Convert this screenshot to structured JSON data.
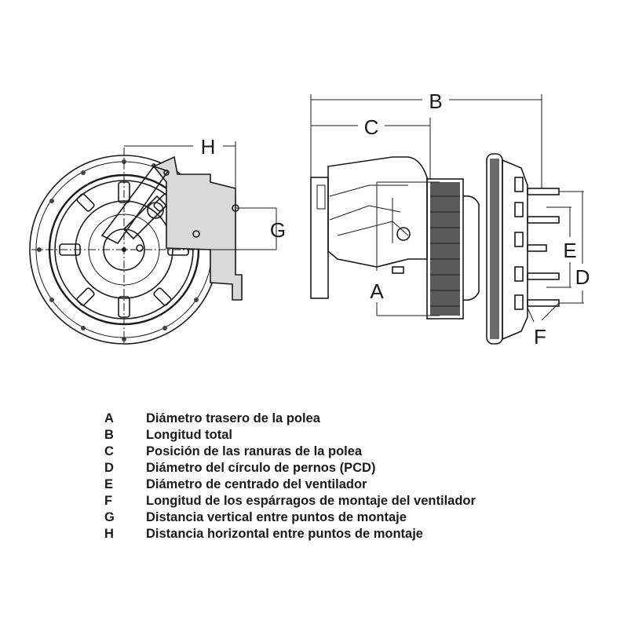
{
  "labels": {
    "A": "A",
    "B": "B",
    "C": "C",
    "D": "D",
    "E": "E",
    "F": "F",
    "G": "G",
    "H": "H"
  },
  "legend": [
    {
      "key": "A",
      "text": "Diámetro trasero de la polea"
    },
    {
      "key": "B",
      "text": "Longitud total"
    },
    {
      "key": "C",
      "text": "Posición de las ranuras de la polea"
    },
    {
      "key": "D",
      "text": "Diámetro del círculo de pernos (PCD)"
    },
    {
      "key": "E",
      "text": "Diámetro de centrado del ventilador"
    },
    {
      "key": "F",
      "text": "Longitud de los espárragos de montaje del ventilador"
    },
    {
      "key": "G",
      "text": "Distancia vertical entre puntos de montaje"
    },
    {
      "key": "H",
      "text": "Distancia horizontal entre puntos de montaje"
    }
  ]
}
